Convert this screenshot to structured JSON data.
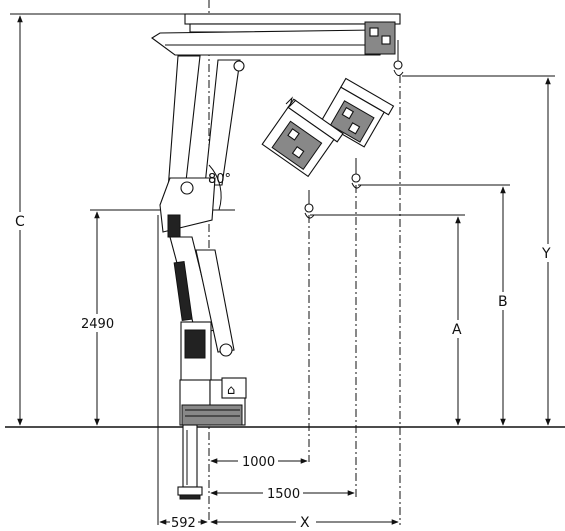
{
  "diagram": {
    "dimensions": {
      "c": "C",
      "height_2490": "2490",
      "a": "A",
      "b": "B",
      "y": "Y",
      "reach_1000": "1000",
      "reach_1500": "1500",
      "base_592": "592",
      "x": "X"
    },
    "angle": "80°"
  },
  "colors": {
    "line": "#111111",
    "background": "#ffffff",
    "shade": "#888888"
  }
}
